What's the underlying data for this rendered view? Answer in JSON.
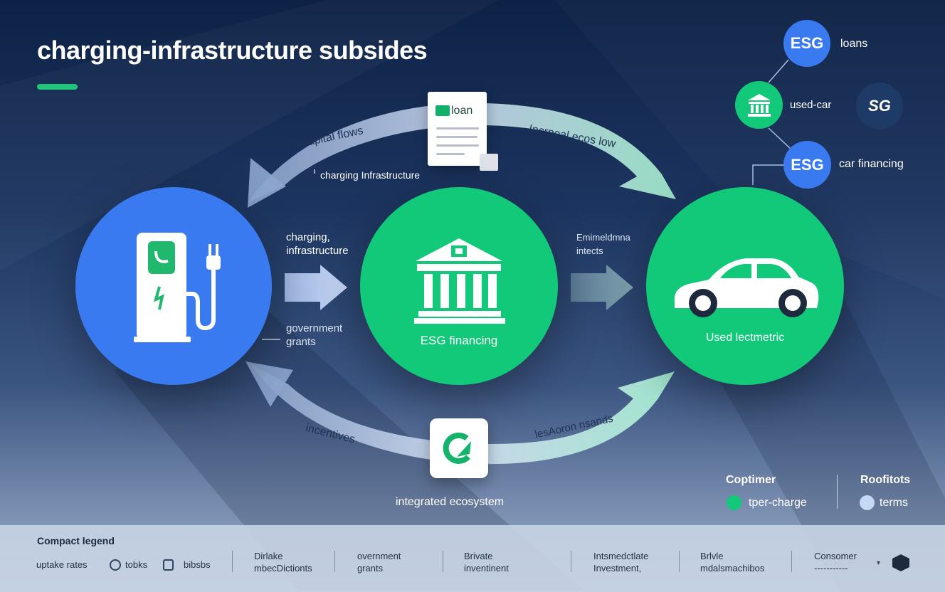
{
  "title": "charging-infrastructure subsides",
  "colors": {
    "blue": "#3a7af0",
    "green": "#12c97a",
    "accent": "#22c47a",
    "navy": "#0e2246",
    "light_blue": "#c7d8f5"
  },
  "top_flow": {
    "left_label": "Incapital flows",
    "sub_label": "charging Infrastructure",
    "right_label": "Incrneal ecos low",
    "doc_label": "loan",
    "doc_icon": "document-icon"
  },
  "bottom_flow": {
    "left_label": "incentives",
    "right_label": "lesAoron nsands",
    "card_icon": "ecosystem-logo-icon",
    "caption": "integrated ecosystem"
  },
  "nodes": {
    "charger": {
      "icon": "ev-charger-icon"
    },
    "bank": {
      "icon": "bank-icon",
      "caption": "ESG financing"
    },
    "car": {
      "icon": "car-icon",
      "caption": "Used lectmetric"
    }
  },
  "arrow_labels": {
    "left_top": "charging,\ninfrastructure",
    "left_bottom": "government\ngrants",
    "right_top": "Emimeldmna\nintects"
  },
  "esg_cluster": {
    "badge_1": "ESG",
    "badge_1_label": "loans",
    "badge_2_icon": "bank-icon",
    "badge_2_label": "used-car",
    "badge_3": "SG",
    "badge_4": "ESG",
    "badge_4_label": "car financing"
  },
  "legend_right": {
    "col1_title": "Coptimer",
    "col1_item": "tper-charge",
    "col1_color": "#12c97a",
    "col2_title": "Roofitots",
    "col2_item": "terms",
    "col2_color": "#c7d8f5"
  },
  "bottom_bar": {
    "title": "Compact legend",
    "items": [
      {
        "text": "uptake rates"
      },
      {
        "text": "tobks"
      },
      {
        "text": "bibsbs"
      },
      {
        "text": "Dirlake\nmbecDictionts"
      },
      {
        "text": "overnment\ngrants"
      },
      {
        "text": "Brivate\ninventinent"
      },
      {
        "text": "Intsmedctlate\nInvestment,"
      },
      {
        "text": "Brlvle\nmdalsmachibos"
      },
      {
        "text": "Consomer\n-----------"
      }
    ]
  }
}
